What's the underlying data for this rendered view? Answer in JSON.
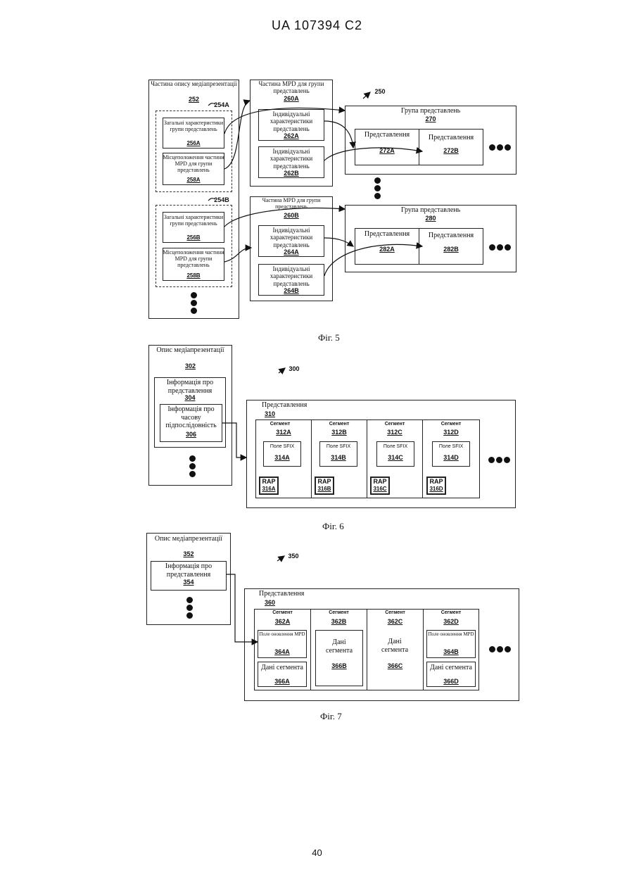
{
  "header": {
    "patent_id": "UA   107394   C2"
  },
  "page_number": "40",
  "fig5": {
    "caption": "Фіг. 5",
    "ref_main": "250",
    "mpd_portion": {
      "label": "Частина опису медіапрезентації",
      "ref": "252"
    },
    "group_a": {
      "ref": "254A",
      "common": {
        "label": "Загальні характеристики групи представлень",
        "ref": "256A"
      },
      "location": {
        "label": "Місцеположення частини MPD для групи представлень",
        "ref": "258A"
      }
    },
    "group_b": {
      "ref": "254B",
      "common": {
        "label": "Загальні характеристики групи представлень",
        "ref": "256B"
      },
      "location": {
        "label": "Місцеположення частини MPD для групи представлень",
        "ref": "258B"
      }
    },
    "mpd_group_a": {
      "label": "Частина MPD для групи представлень",
      "ref": "260A",
      "ind1": {
        "label": "Індивідуальні характеристики представлень",
        "ref": "262A"
      },
      "ind2": {
        "label": "Індивідуальні характеристики представлень",
        "ref": "262B"
      }
    },
    "mpd_group_b": {
      "label": "Частина MPD для групи представлень",
      "ref": "260B",
      "ind1": {
        "label": "Індивідуальні характеристики представлень",
        "ref": "264A"
      },
      "ind2": {
        "label": "Індивідуальні характеристики представлень",
        "ref": "264B"
      }
    },
    "rep_group_1": {
      "label": "Група представлень",
      "ref": "270",
      "rep1": {
        "label": "Представлення",
        "ref": "272A"
      },
      "rep2": {
        "label": "Представлення",
        "ref": "272B"
      }
    },
    "rep_group_2": {
      "label": "Група представлень",
      "ref": "280",
      "rep1": {
        "label": "Представлення",
        "ref": "282A"
      },
      "rep2": {
        "label": "Представлення",
        "ref": "282B"
      }
    }
  },
  "fig6": {
    "caption": "Фіг. 6",
    "ref_main": "300",
    "mpd": {
      "label": "Опис медіапрезентації",
      "ref": "302"
    },
    "rep_info": {
      "label": "Інформація про представлення",
      "ref": "304"
    },
    "temporal": {
      "label": "Інформація про часову підпослідовність",
      "ref": "306"
    },
    "representation": {
      "label": "Представлення",
      "ref": "310"
    },
    "segments": [
      {
        "label": "Сегмент",
        "ref": "312A",
        "sfix": "Поле SFIX",
        "sfix_ref": "314A",
        "rap": "RAP",
        "rap_ref": "316A"
      },
      {
        "label": "Сегмент",
        "ref": "312B",
        "sfix": "Поле SFIX",
        "sfix_ref": "314B",
        "rap": "RAP",
        "rap_ref": "316B"
      },
      {
        "label": "Сегмент",
        "ref": "312C",
        "sfix": "Поле SFIX",
        "sfix_ref": "314C",
        "rap": "RAP",
        "rap_ref": "316C"
      },
      {
        "label": "Сегмент",
        "ref": "312D",
        "sfix": "Поле SFIX",
        "sfix_ref": "314D",
        "rap": "RAP",
        "rap_ref": "316D"
      }
    ]
  },
  "fig7": {
    "caption": "Фіг. 7",
    "ref_main": "350",
    "mpd": {
      "label": "Опис медіапрезентації",
      "ref": "352"
    },
    "rep_info": {
      "label": "Інформація про представлення",
      "ref": "354"
    },
    "representation": {
      "label": "Представлення",
      "ref": "360"
    },
    "segments": [
      {
        "label": "Сегмент",
        "ref": "362A",
        "update": "Поле оновлення MPD",
        "update_ref": "364A",
        "data": "Дані сегмента",
        "data_ref": "366A"
      },
      {
        "label": "Сегмент",
        "ref": "362B",
        "data": "Дані сегмента",
        "data_ref": "366B"
      },
      {
        "label": "Сегмент",
        "ref": "362C",
        "data": "Дані сегмента",
        "data_ref": "366C"
      },
      {
        "label": "Сегмент",
        "ref": "362D",
        "update": "Поле оновлення MPD",
        "update_ref": "364B",
        "data": "Дані сегмента",
        "data_ref": "366D"
      }
    ]
  }
}
